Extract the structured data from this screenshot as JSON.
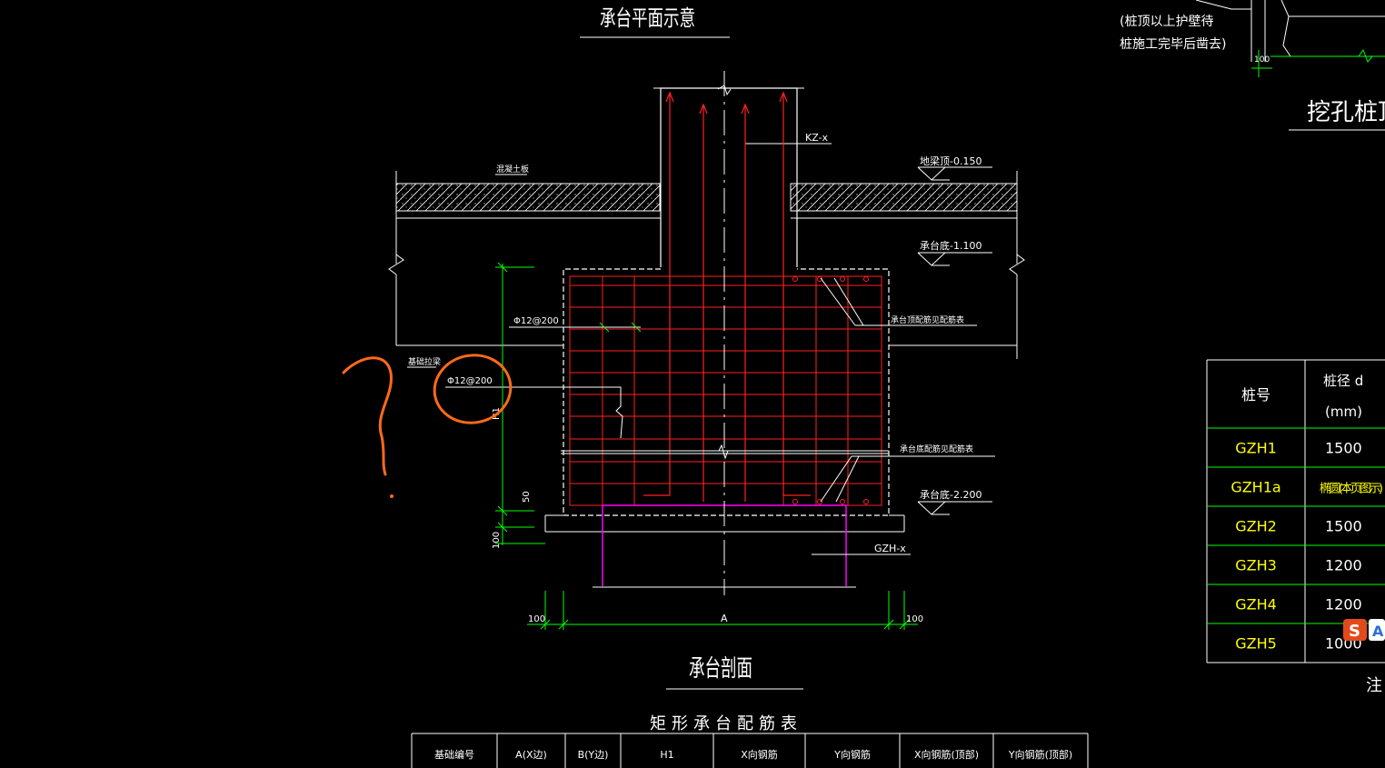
{
  "plan_title": "承台平面示意",
  "section_title": "承台剖面",
  "table_title": "矩形承台配筋表",
  "top_right_notes": [
    "(桩顶以上护壁待",
    "桩施工完毕后凿去)"
  ],
  "top_right_dim": "100",
  "right_title": "挖孔桩顶护",
  "labels": {
    "column": "KZ-x",
    "slab": "混凝土板",
    "ground_level": "地梁顶-0.150",
    "cap_top": "承台底-1.100",
    "cap_top_rebar": "承台顶配筋见配筋表",
    "side_rebar_1": "Φ12@200",
    "side_rebar_2": "Φ12@200",
    "tie_beam": "基础拉梁",
    "cap_bottom_rebar": "承台底配筋见配筋表",
    "cap_bottom": "承台底-2.200",
    "pile": "GZH-x"
  },
  "dims": {
    "height": "H1",
    "d50": "50",
    "d100_v": "100",
    "width": "A",
    "left_100": "100",
    "right_100": "100"
  },
  "rebar_table": {
    "headers": [
      "基础编号",
      "A(X边)",
      "B(Y边)",
      "H1",
      "X向钢筋",
      "Y向钢筋",
      "X向钢筋(顶部)",
      "Y向钢筋(顶部)"
    ]
  },
  "pile_table": {
    "headers": [
      "桩号",
      "桩径 d",
      "(mm)"
    ],
    "rows": [
      {
        "id": "GZH1",
        "d": "1500"
      },
      {
        "id": "GZH1a",
        "d": "椭圆(本页图示)"
      },
      {
        "id": "GZH2",
        "d": "1500"
      },
      {
        "id": "GZH3",
        "d": "1200"
      },
      {
        "id": "GZH4",
        "d": "1200"
      },
      {
        "id": "GZH5",
        "d": "1000"
      }
    ],
    "note": "注"
  },
  "annotation_mark": "?",
  "colors": {
    "background": "#000000",
    "white": "#ffffff",
    "red": "#ff2020",
    "green": "#00ff00",
    "magenta": "#ff00ff",
    "yellow": "#ffff00",
    "orange": "#ff6a1a"
  }
}
